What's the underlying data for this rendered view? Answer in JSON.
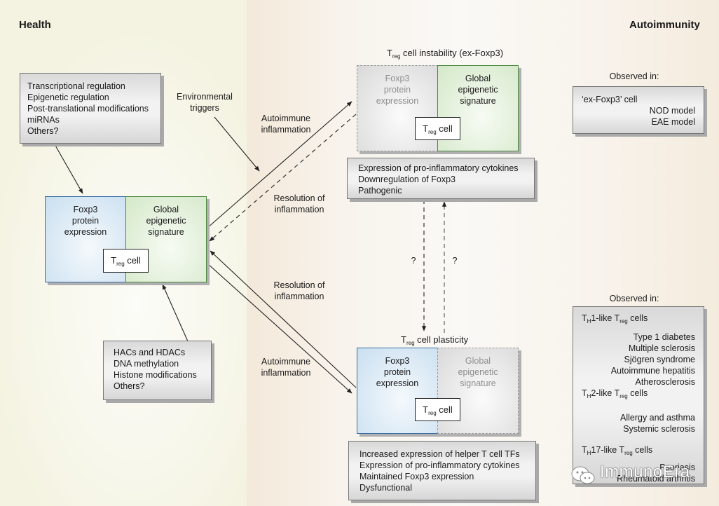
{
  "regions": {
    "health_label": "Health",
    "autoimmunity_label": "Autoimmunity"
  },
  "colors": {
    "health_bg": "#f4f3e1",
    "autoimmunity_bg": "#f4e9da",
    "foxp3_blue_border": "#3a6ea5",
    "epigenetic_green_border": "#4a8a3e",
    "ghost_gray": "#9a9a9a"
  },
  "regulation_box": {
    "lines": [
      "Transcriptional regulation",
      "Epigenetic regulation",
      "Post-translational modifications",
      "miRNAs",
      "Others?"
    ]
  },
  "epigenetic_box": {
    "lines": [
      "HACs and HDACs",
      "DNA methylation",
      "Histone modifications",
      "Others?"
    ]
  },
  "environmental_triggers": [
    "Environmental",
    "triggers"
  ],
  "healthy_treg": {
    "foxp3": [
      "Foxp3",
      "protein",
      "expression"
    ],
    "epigenetic": [
      "Global",
      "epigenetic",
      "signature"
    ],
    "cell_main": "T",
    "cell_sub": "reg",
    "cell_suffix": " cell"
  },
  "instability": {
    "title_main": "T",
    "title_sub": "reg",
    "title_suffix": " cell instability (ex-Foxp3)",
    "foxp3": [
      "Foxp3",
      "protein",
      "expression"
    ],
    "epigenetic": [
      "Global",
      "epigenetic",
      "signature"
    ],
    "cell_main": "T",
    "cell_sub": "reg",
    "cell_suffix": " cell",
    "features": [
      "Expression of pro-inflammatory cytokines",
      "Downregulation of Foxp3",
      "Pathogenic"
    ]
  },
  "plasticity": {
    "title_main": "T",
    "title_sub": "reg",
    "title_suffix": " cell plasticity",
    "foxp3": [
      "Foxp3",
      "protein",
      "expression"
    ],
    "epigenetic": [
      "Global",
      "epigenetic",
      "signature"
    ],
    "cell_main": "T",
    "cell_sub": "reg",
    "cell_suffix": " cell",
    "features": [
      "Increased expression of helper T cell TFs",
      "Expression of pro-inflammatory cytokines",
      "Maintained Foxp3 expression",
      "Dysfunctional"
    ]
  },
  "arrow_labels": {
    "autoimmune_top": [
      "Autoimmune",
      "inflammation"
    ],
    "resolution_top": [
      "Resolution of",
      "inflammation"
    ],
    "resolution_bottom": [
      "Resolution of",
      "inflammation"
    ],
    "autoimmune_bottom": [
      "Autoimmune",
      "inflammation"
    ],
    "question_left": "?",
    "question_right": "?"
  },
  "observed_top": {
    "heading": "Observed in:",
    "cell_type": "‘ex-Foxp3’ cell",
    "models": [
      "NOD model",
      "EAE model"
    ]
  },
  "observed_bottom": {
    "heading": "Observed in:",
    "groups": [
      {
        "prefix": "T",
        "sub_h": "H",
        "mid": "1-like T",
        "sub_reg": "reg",
        "suffix": " cells",
        "diseases": [
          "Type 1 diabetes",
          "Multiple sclerosis",
          "Sjögren syndrome",
          "Autoimmune hepatitis",
          "Atherosclerosis"
        ]
      },
      {
        "prefix": "T",
        "sub_h": "H",
        "mid": "2-like T",
        "sub_reg": "reg",
        "suffix": " cells",
        "diseases": [
          "Allergy and asthma",
          "Systemic sclerosis"
        ]
      },
      {
        "prefix": "T",
        "sub_h": "H",
        "mid": "17-like T",
        "sub_reg": "reg",
        "suffix": " cells",
        "diseases": [
          "Psoriasis",
          "Rheumatoid arthritis"
        ]
      }
    ]
  },
  "watermark": "ImmunoEra"
}
